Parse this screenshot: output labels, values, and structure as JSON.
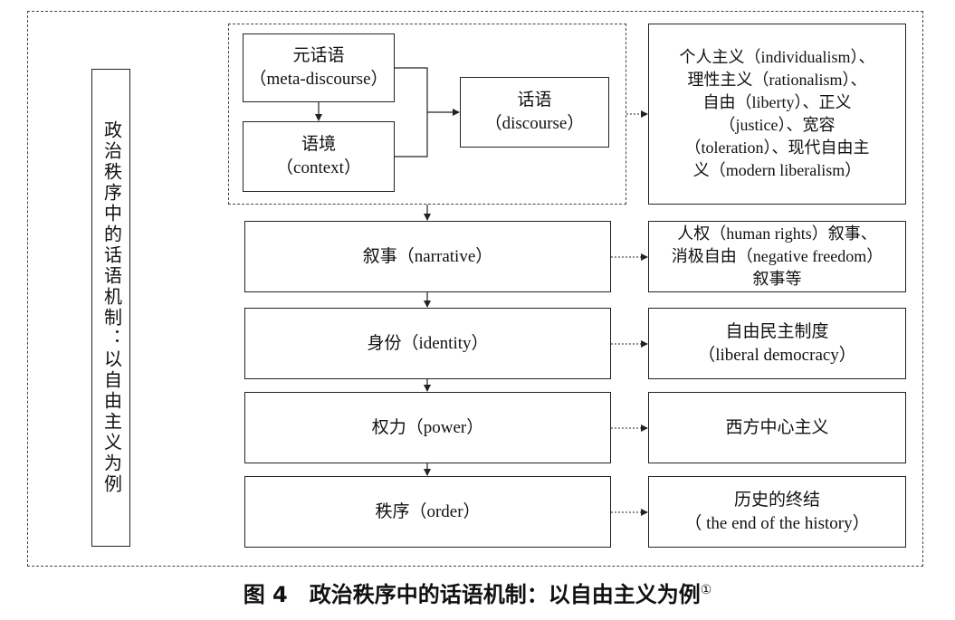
{
  "diagram": {
    "side_title": "政治秩序中的话语机制：以自由主义为例",
    "meta_discourse": [
      "元话语",
      "（meta-discourse）"
    ],
    "context": [
      "语境",
      "（context）"
    ],
    "discourse": [
      "话语",
      "（discourse）"
    ],
    "discourse_example": [
      "个人主义（individualism）、",
      "理性主义（rationalism）、",
      "自由（liberty）、正义",
      "（justice）、宽容",
      "（toleration）、现代自由主",
      "义（modern liberalism）"
    ],
    "levels": [
      {
        "label": "叙事（narrative）",
        "example": [
          "人权（human rights）叙事、",
          "消极自由（negative freedom）",
          "叙事等"
        ]
      },
      {
        "label": "身份（identity）",
        "example": [
          "自由民主制度",
          "（liberal democracy）"
        ]
      },
      {
        "label": "权力（power）",
        "example": [
          "西方中心主义"
        ]
      },
      {
        "label": "秩序（order）",
        "example": [
          "历史的终结",
          "（ the end of the history）"
        ]
      }
    ]
  },
  "caption": {
    "text": "图 4　政治秩序中的话语机制：以自由主义为例",
    "footnote_mark": "①"
  }
}
